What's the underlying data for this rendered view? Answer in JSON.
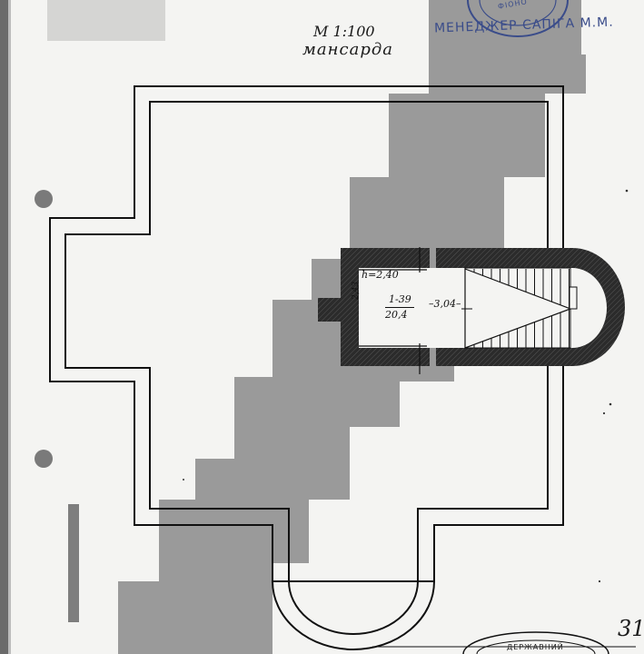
{
  "drawing": {
    "scale": "М 1:100",
    "floor_name": "мансарда",
    "stamp_manager": "МЕНЕДЖЕР  САПІГА М.М.",
    "stamp_top_arc": "ФІОНО",
    "stamp_bottom_arc": "ДЕРЖАВНИЙ",
    "page_number": "31",
    "room": {
      "height_label": "h=2,40",
      "side_dim": "2,43",
      "area_top": "1-39",
      "area_bottom": "20,4",
      "width_dim": "3,04"
    }
  },
  "colors": {
    "paper": "#f4f4f2",
    "gray_block": "#9a9a9a",
    "ink": "#111111",
    "stamp_blue": "#3a4c8a"
  }
}
